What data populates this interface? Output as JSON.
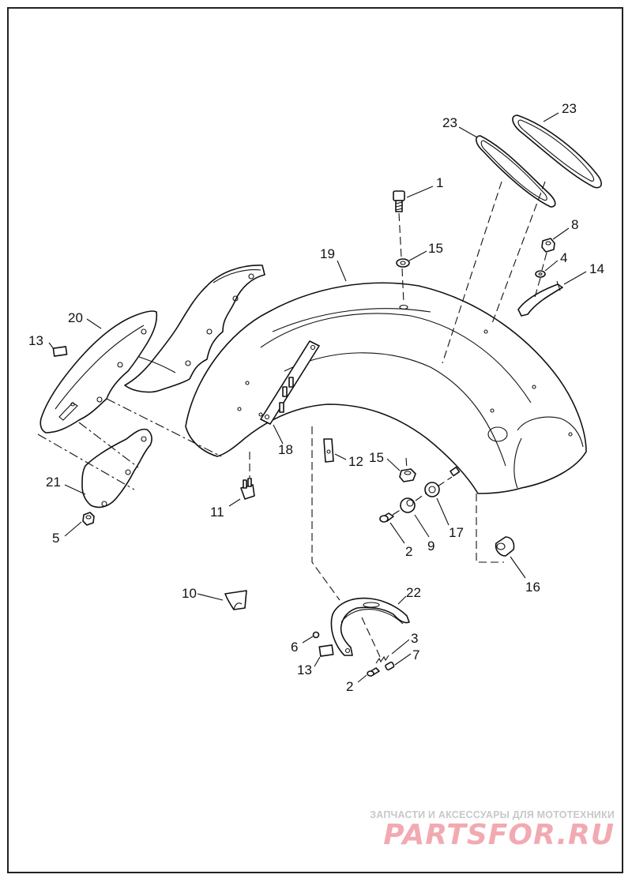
{
  "callouts": {
    "c1": "1",
    "c2a": "2",
    "c2b": "2",
    "c3": "3",
    "c4": "4",
    "c5": "5",
    "c6": "6",
    "c7": "7",
    "c8": "8",
    "c9": "9",
    "c10": "10",
    "c11": "11",
    "c12": "12",
    "c13a": "13",
    "c13b": "13",
    "c14": "14",
    "c15a": "15",
    "c15b": "15",
    "c16": "16",
    "c17": "17",
    "c18": "18",
    "c19": "19",
    "c20": "20",
    "c21": "21",
    "c22": "22",
    "c23a": "23",
    "c23b": "23"
  },
  "watermark": {
    "tagline": "ЗАПЧАСТИ И АКСЕССУАРЫ ДЛЯ МОТОТЕХНИКИ",
    "brand": "PARTSFOR.RU",
    "tagline_color": "#c8c8c8",
    "brand_color": "#f2aab2"
  }
}
